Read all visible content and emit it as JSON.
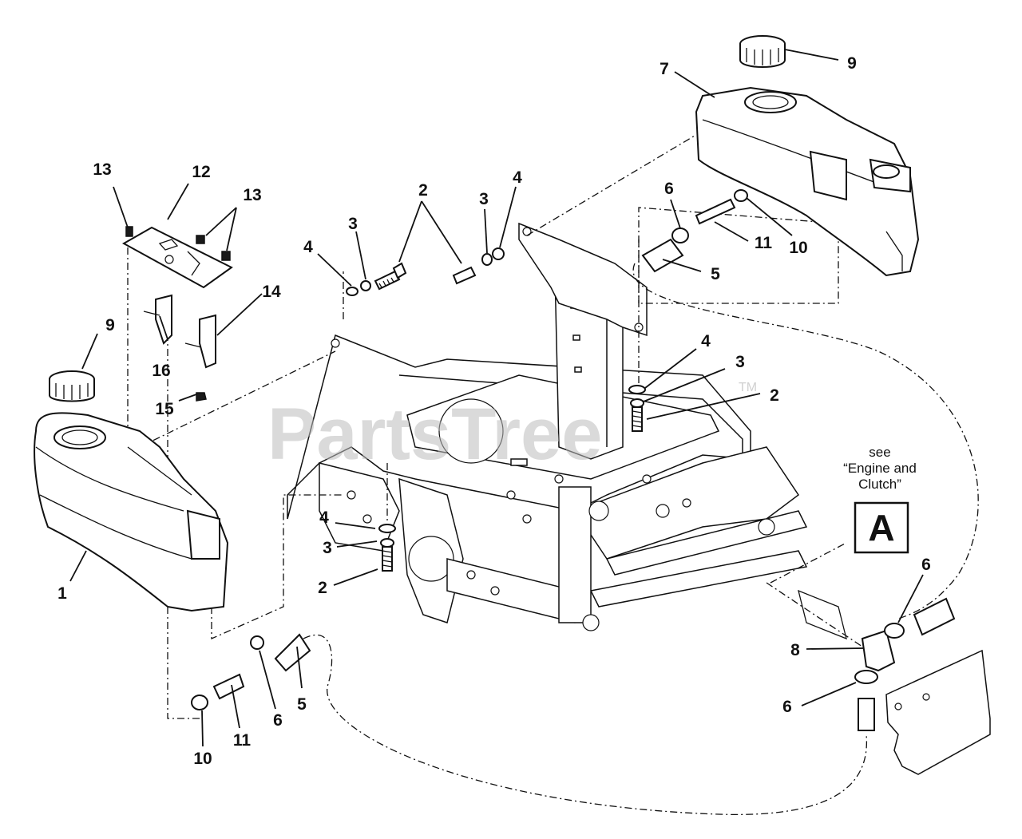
{
  "watermark": {
    "text": "PartsTree",
    "tm": "TM"
  },
  "note": {
    "line1": "see",
    "line2": "“Engine and",
    "line3": "Clutch”"
  },
  "reference_box": {
    "letter": "A"
  },
  "callouts": [
    {
      "id": "c-1",
      "text": "1"
    },
    {
      "id": "c-2a",
      "text": "2"
    },
    {
      "id": "c-2b",
      "text": "2"
    },
    {
      "id": "c-2c",
      "text": "2"
    },
    {
      "id": "c-3a",
      "text": "3"
    },
    {
      "id": "c-3b",
      "text": "3"
    },
    {
      "id": "c-3c",
      "text": "3"
    },
    {
      "id": "c-3d",
      "text": "3"
    },
    {
      "id": "c-4a",
      "text": "4"
    },
    {
      "id": "c-4b",
      "text": "4"
    },
    {
      "id": "c-4c",
      "text": "4"
    },
    {
      "id": "c-4d",
      "text": "4"
    },
    {
      "id": "c-5a",
      "text": "5"
    },
    {
      "id": "c-5b",
      "text": "5"
    },
    {
      "id": "c-6a",
      "text": "6"
    },
    {
      "id": "c-6b",
      "text": "6"
    },
    {
      "id": "c-6c",
      "text": "6"
    },
    {
      "id": "c-6d",
      "text": "6"
    },
    {
      "id": "c-7",
      "text": "7"
    },
    {
      "id": "c-8",
      "text": "8"
    },
    {
      "id": "c-9a",
      "text": "9"
    },
    {
      "id": "c-9b",
      "text": "9"
    },
    {
      "id": "c-10a",
      "text": "10"
    },
    {
      "id": "c-10b",
      "text": "10"
    },
    {
      "id": "c-11a",
      "text": "11"
    },
    {
      "id": "c-11b",
      "text": "11"
    },
    {
      "id": "c-12",
      "text": "12"
    },
    {
      "id": "c-13a",
      "text": "13"
    },
    {
      "id": "c-13b",
      "text": "13"
    },
    {
      "id": "c-14",
      "text": "14"
    },
    {
      "id": "c-15",
      "text": "15"
    },
    {
      "id": "c-16",
      "text": "16"
    }
  ]
}
